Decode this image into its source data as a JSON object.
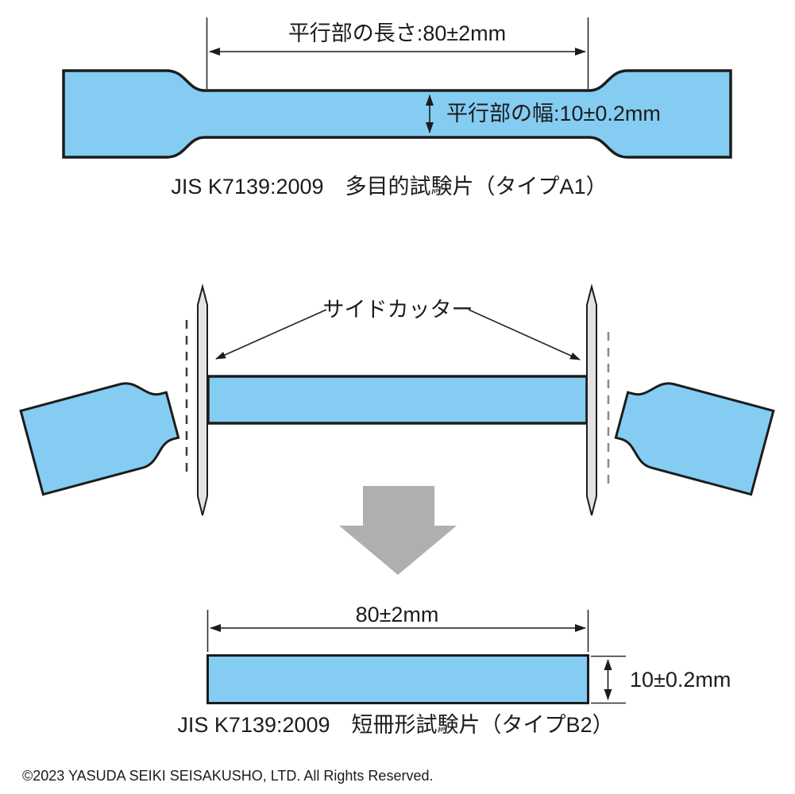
{
  "diagram_a1": {
    "length_label": "平行部の長さ:80±2mm",
    "width_label": "平行部の幅:10±0.2mm",
    "caption": "JIS K7139:2009　多目的試験片（タイプA1）"
  },
  "cutting": {
    "cutter_label": "サイドカッター"
  },
  "diagram_b2": {
    "length_label": "80±2mm",
    "width_label": "10±0.2mm",
    "caption": "JIS K7139:2009　短冊形試験片（タイプB2）"
  },
  "footer": {
    "copyright": "©2023 YASUDA SEIKI SEISAKUSHO, LTD. All Rights Reserved."
  },
  "colors": {
    "specimen_fill": "#84CCF2",
    "outline": "#1C1C1C",
    "cutter_fill": "#E3E3E3",
    "process_arrow": "#AFAFAF",
    "footer_text": "#9B9B9B"
  }
}
